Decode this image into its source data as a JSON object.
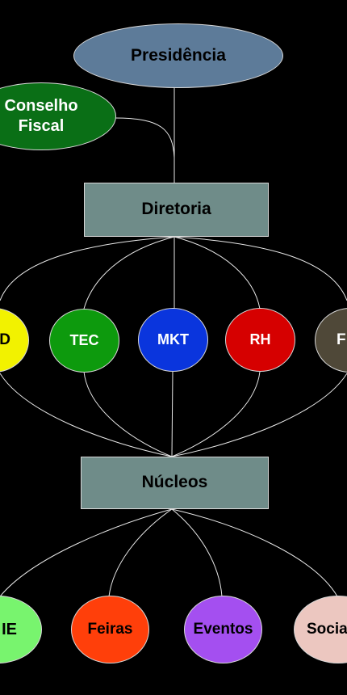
{
  "diagram": {
    "colors": {
      "background": "#000000",
      "connector": "#e8e8e8"
    },
    "nodes": {
      "presidencia": {
        "label": "Presidência",
        "fill": "#5d7b99",
        "text_color": "#000000"
      },
      "conselho": {
        "label": "Conselho\nFiscal",
        "fill": "#0a6f16",
        "text_color": "#ffffff"
      },
      "diretoria": {
        "label": "Diretoria",
        "fill": "#6f8c89",
        "text_color": "#000000"
      },
      "dept_d": {
        "label": "D",
        "fill": "#f2f200",
        "text_color": "#000000"
      },
      "tec": {
        "label": "TEC",
        "fill": "#0d9a0d",
        "text_color": "#ffffff"
      },
      "mkt": {
        "label": "MKT",
        "fill": "#0a35dd",
        "text_color": "#ffffff"
      },
      "rh": {
        "label": "RH",
        "fill": "#d60000",
        "text_color": "#ffffff"
      },
      "dept_f": {
        "label": "F",
        "fill": "#4f4838",
        "text_color": "#ffffff"
      },
      "nucleos": {
        "label": "Núcleos",
        "fill": "#6f8c89",
        "text_color": "#000000"
      },
      "nucleo_e": {
        "label": "IE",
        "fill": "#78f46e",
        "text_color": "#000000"
      },
      "feiras": {
        "label": "Feiras",
        "fill": "#ff3f0a",
        "text_color": "#000000"
      },
      "eventos": {
        "label": "Eventos",
        "fill": "#a44ff0",
        "text_color": "#000000"
      },
      "social": {
        "label": "Socia",
        "fill": "#ecc7c0",
        "text_color": "#000000"
      }
    }
  }
}
